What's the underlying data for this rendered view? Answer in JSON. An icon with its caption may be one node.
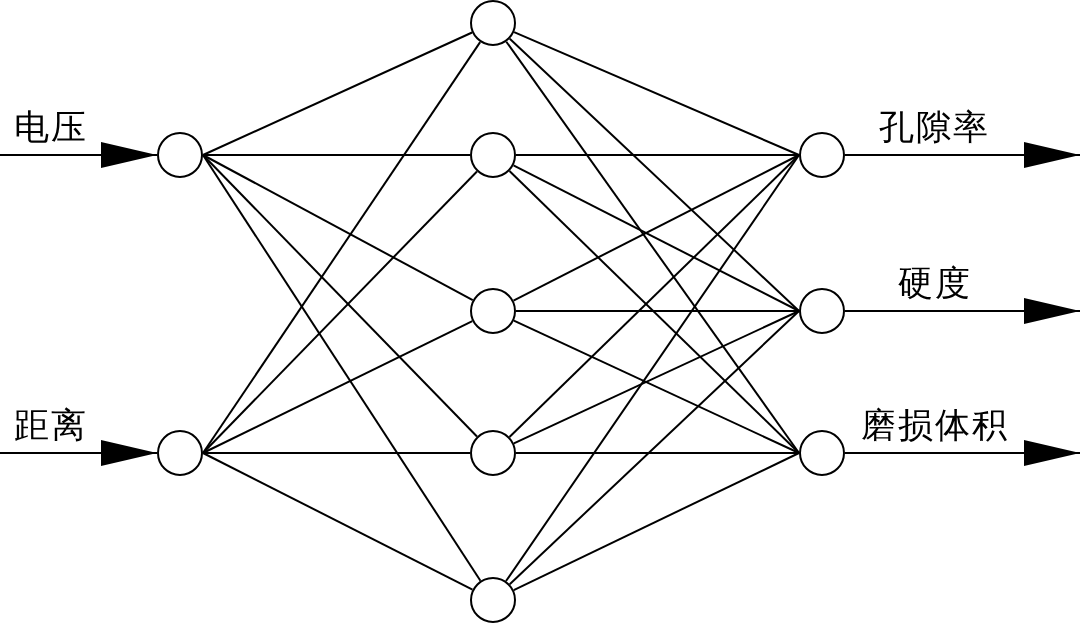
{
  "diagram": {
    "nodes": [
      {
        "text": [],
        "shape": "circle"
      },
      {
        "text": [],
        "shape": "circle"
      },
      {
        "text": [],
        "shape": "circle"
      },
      {
        "text": [],
        "shape": "circle"
      },
      {
        "text": [],
        "shape": "circle"
      },
      {
        "text": [],
        "shape": "circle"
      },
      {
        "text": [],
        "shape": "circle"
      },
      {
        "text": [],
        "shape": "circle"
      },
      {
        "text": [],
        "shape": "circle"
      },
      {
        "text": [],
        "shape": "circle"
      }
    ],
    "edges": [
      {
        "from": null,
        "to": 0,
        "arrow": "to",
        "label": "电压"
      },
      {
        "from": null,
        "to": 1,
        "arrow": "to",
        "label": "距离"
      },
      {
        "from": 0,
        "to": 2,
        "arrow": "none"
      },
      {
        "from": 0,
        "to": 3,
        "arrow": "none"
      },
      {
        "from": 0,
        "to": 4,
        "arrow": "none"
      },
      {
        "from": 0,
        "to": 5,
        "arrow": "none"
      },
      {
        "from": 0,
        "to": 6,
        "arrow": "none"
      },
      {
        "from": 1,
        "to": 2,
        "arrow": "none"
      },
      {
        "from": 1,
        "to": 3,
        "arrow": "none"
      },
      {
        "from": 1,
        "to": 4,
        "arrow": "none"
      },
      {
        "from": 1,
        "to": 5,
        "arrow": "none"
      },
      {
        "from": 1,
        "to": 6,
        "arrow": "none"
      },
      {
        "from": 2,
        "to": 7,
        "arrow": "none"
      },
      {
        "from": 2,
        "to": 8,
        "arrow": "none"
      },
      {
        "from": 2,
        "to": 9,
        "arrow": "none"
      },
      {
        "from": 3,
        "to": 7,
        "arrow": "none"
      },
      {
        "from": 3,
        "to": 8,
        "arrow": "none"
      },
      {
        "from": 3,
        "to": 9,
        "arrow": "none"
      },
      {
        "from": 4,
        "to": 7,
        "arrow": "none"
      },
      {
        "from": 4,
        "to": 8,
        "arrow": "none"
      },
      {
        "from": 4,
        "to": 9,
        "arrow": "none"
      },
      {
        "from": 5,
        "to": 7,
        "arrow": "none"
      },
      {
        "from": 5,
        "to": 8,
        "arrow": "none"
      },
      {
        "from": 5,
        "to": 9,
        "arrow": "none"
      },
      {
        "from": 6,
        "to": 7,
        "arrow": "none"
      },
      {
        "from": 6,
        "to": 8,
        "arrow": "none"
      },
      {
        "from": 6,
        "to": 9,
        "arrow": "none"
      },
      {
        "from": 7,
        "to": null,
        "arrow": "to",
        "label": "孔隙率"
      },
      {
        "from": 8,
        "to": null,
        "arrow": "to",
        "label": "硬度"
      },
      {
        "from": 9,
        "to": null,
        "arrow": "to",
        "label": "磨损体积"
      }
    ]
  }
}
